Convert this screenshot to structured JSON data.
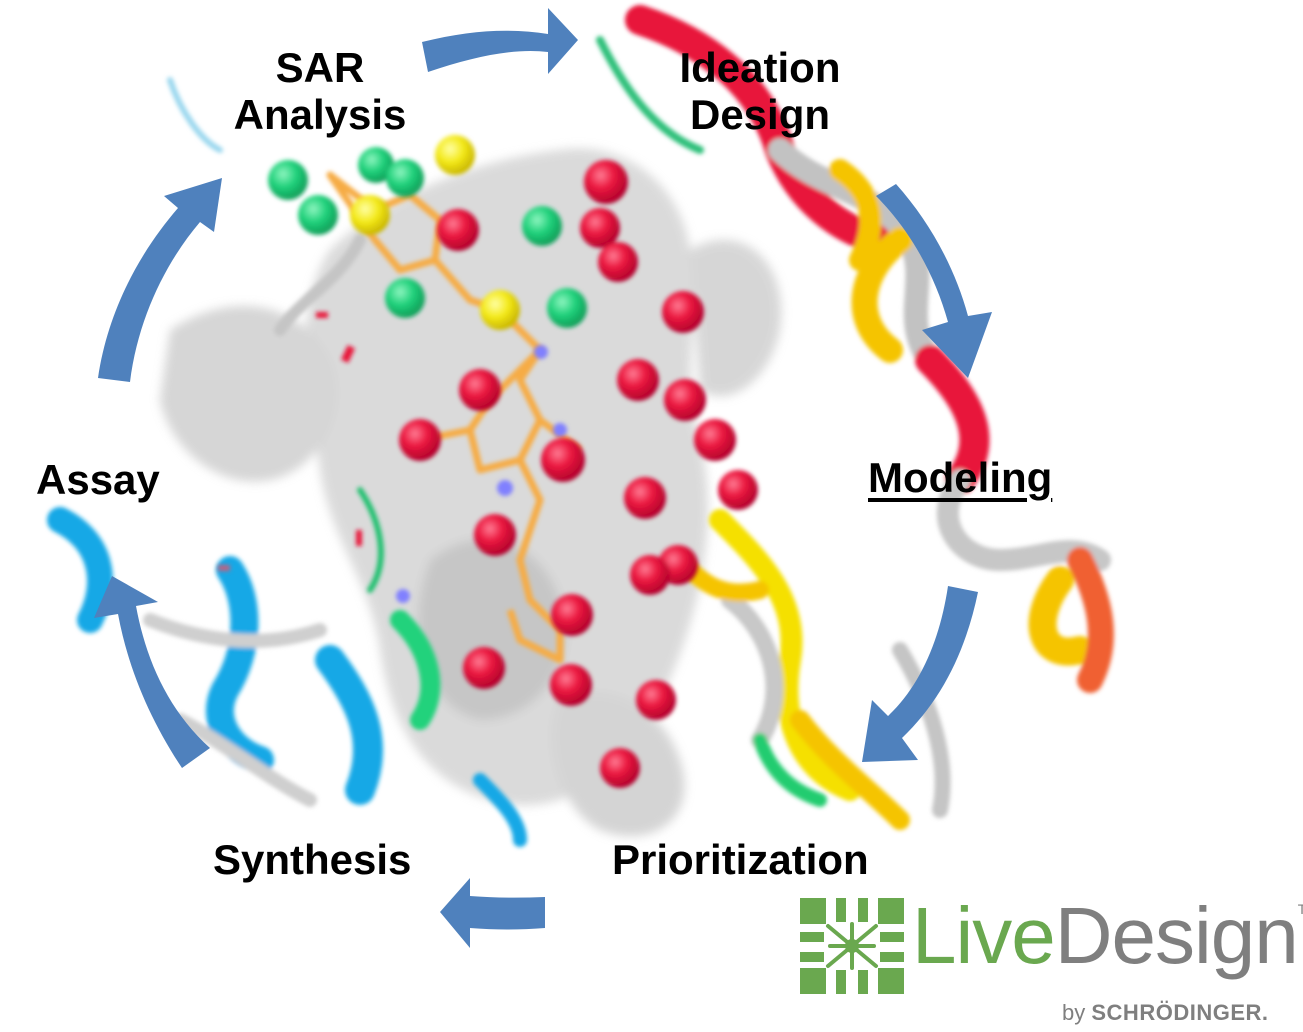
{
  "stages": {
    "sar": [
      "SAR",
      "Analysis"
    ],
    "ideation": [
      "Ideation",
      "Design"
    ],
    "modeling": "Modeling",
    "prioritization": "Prioritization",
    "synthesis": "Synthesis",
    "assay": "Assay"
  },
  "brand": {
    "live": "Live",
    "design": "Design",
    "tm": "TM",
    "by": "by",
    "company": "SCHRÖDINGER.",
    "colors": {
      "green": "#6aa84f",
      "gray": "#7f7f7f"
    }
  },
  "cycle_arrow_color": "#4f81bd",
  "molecule_colors": {
    "oxygen": "#e8163a",
    "carbon_green": "#21d07a",
    "yellow": "#f5e414",
    "bond_orange": "#f6ac44",
    "ribbon_red": "#e8163a",
    "ribbon_yellow": "#f5c400",
    "ribbon_cyan": "#14a8e6",
    "surface_gray": "#c9c9c9"
  }
}
